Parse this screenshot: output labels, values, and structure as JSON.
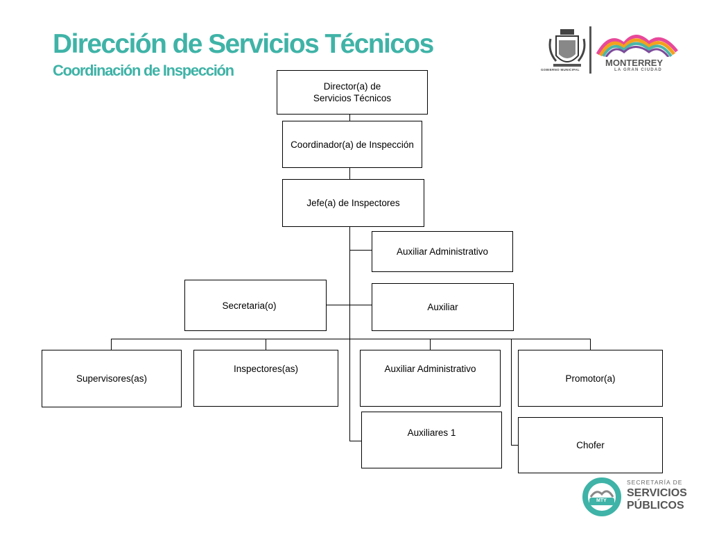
{
  "header": {
    "title": "Dirección de Servicios Técnicos",
    "subtitle": "Coordinación de Inspección"
  },
  "colors": {
    "accent": "#3fb3a7",
    "monterrey_text": "#555555",
    "servicios_text": "#5a5a5a"
  },
  "logos": {
    "municipal_caption": "GOBIERNO MUNICIPAL",
    "monterrey_name": "MONTERREY",
    "monterrey_tagline": "LA GRAN CIUDAD",
    "servicios_line1": "SECRETARÍA DE",
    "servicios_line2": "SERVICIOS",
    "servicios_line3": "PÚBLICOS",
    "mty_badge": "MTY"
  },
  "org": {
    "director": "Director(a) de\nServicios Técnicos",
    "coordinador": "Coordinador(a) de Inspección",
    "jefe": "Jefe(a) de Inspectores",
    "auxiliar_administrativo_top": "Auxiliar Administrativo",
    "secretaria": "Secretaria(o)",
    "auxiliar": "Auxiliar",
    "supervisores": "Supervisores(as)",
    "inspectores": "Inspectores(as)",
    "auxiliar_administrativo_bottom": "Auxiliar Administrativo",
    "promotor": "Promotor(a)",
    "auxiliares": "Auxiliares 1",
    "chofer": "Chofer"
  }
}
